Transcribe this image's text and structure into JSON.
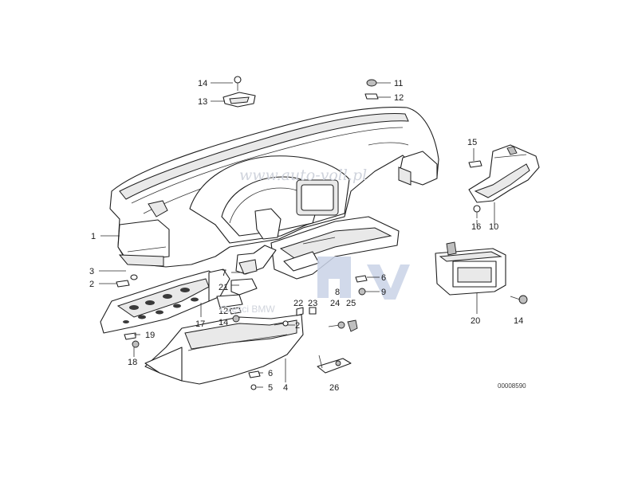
{
  "watermark": {
    "url": "www.auto-voll.pl",
    "caption": "Części BMW"
  },
  "ref_code": "00008590",
  "callouts": {
    "c1": "1",
    "c2a": "2",
    "c2b": "2",
    "c3": "3",
    "c4": "4",
    "c5": "5",
    "c6a": "6",
    "c6b": "6",
    "c7": "7",
    "c8": "8",
    "c9": "9",
    "c10": "10",
    "c11": "11",
    "c12a": "12",
    "c12b": "12",
    "c13": "13",
    "c14a": "14",
    "c14b": "14",
    "c14c": "14",
    "c15": "15",
    "c16": "16",
    "c17": "17",
    "c18": "18",
    "c19": "19",
    "c20": "20",
    "c21": "21",
    "c22": "22",
    "c23": "23",
    "c24": "24",
    "c25": "25",
    "c26": "26"
  }
}
